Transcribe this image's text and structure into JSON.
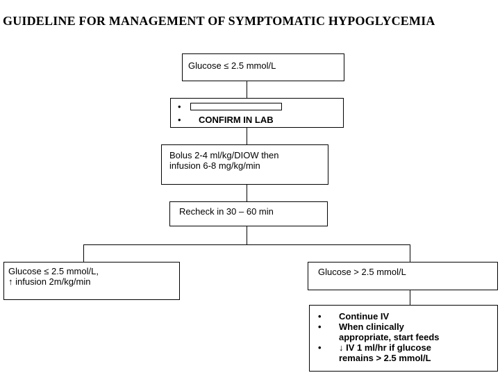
{
  "title": "GUIDELINE FOR MANAGEMENT OF SYMPTOMATIC HYPOGLYCEMIA",
  "nodes": {
    "start": "Glucose ≤ 2.5 mmol/L",
    "confirm": {
      "bullet": "•",
      "item2": "CONFIRM IN LAB"
    },
    "bolus": {
      "line1": "Bolus 2-4 ml/kg/DIOW then",
      "line2": "infusion 6-8 mg/kg/min"
    },
    "recheck": "Recheck in 30 – 60 min",
    "low": {
      "line1": "Glucose ≤ 2.5 mmol/L,",
      "line2": "↑ infusion 2m/kg/min"
    },
    "high": "Glucose > 2.5 mmol/L",
    "actions": {
      "bullet": "•",
      "items": [
        [
          "Continue IV"
        ],
        [
          "When clinically",
          "appropriate, start feeds"
        ],
        [
          "↓ IV 1 ml/hr if glucose",
          "remains > 2.5 mmol/L"
        ]
      ]
    }
  }
}
